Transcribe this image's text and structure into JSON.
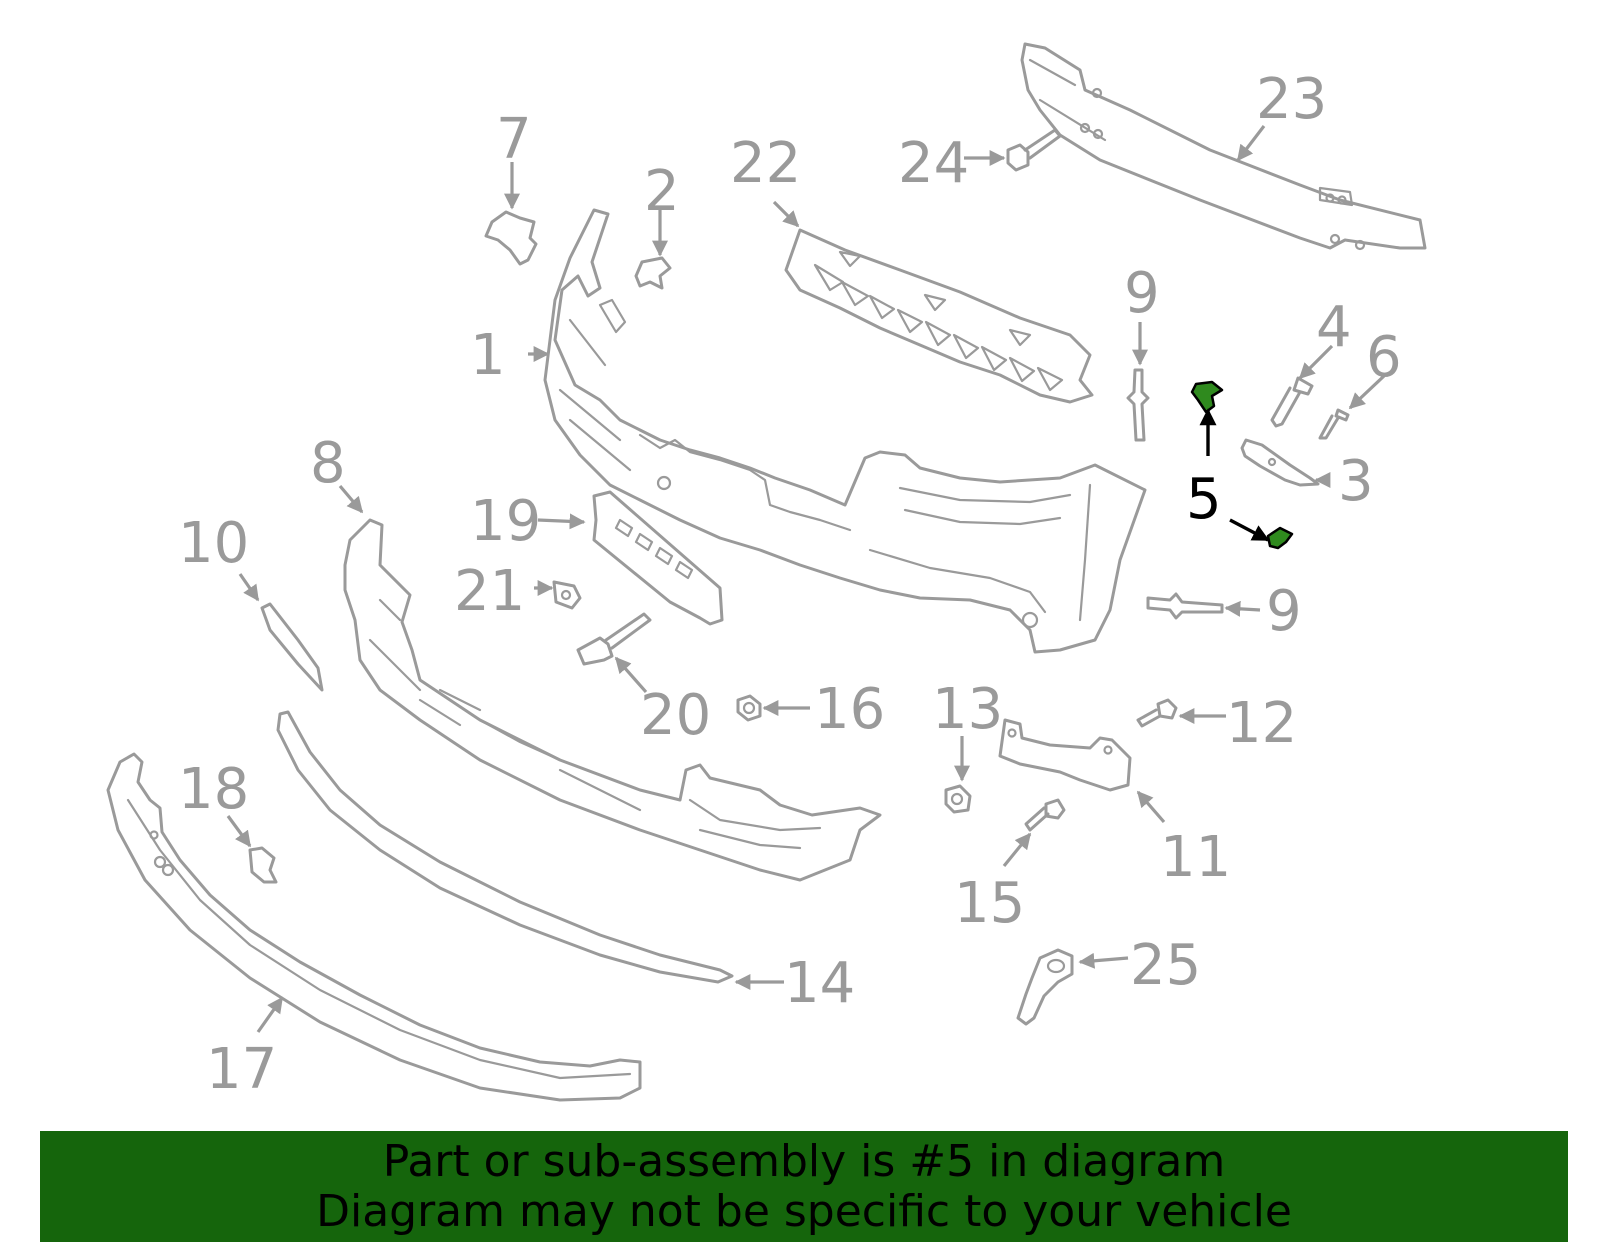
{
  "diagram": {
    "highlight_color": "#2f8a1e",
    "labels": {
      "l1": "1",
      "l2": "2",
      "l3": "3",
      "l4": "4",
      "l5": "5",
      "l6": "6",
      "l7": "7",
      "l8": "8",
      "l9a": "9",
      "l9b": "9",
      "l10": "10",
      "l11": "11",
      "l12": "12",
      "l13": "13",
      "l14": "14",
      "l15": "15",
      "l16": "16",
      "l17": "17",
      "l18": "18",
      "l19": "19",
      "l20": "20",
      "l21": "21",
      "l22": "22",
      "l23": "23",
      "l24": "24",
      "l25": "25"
    }
  },
  "banner": {
    "background": "#15650c",
    "line1": "Part or sub-assembly is #5 in diagram",
    "line2": "Diagram may not be specific to your vehicle"
  }
}
